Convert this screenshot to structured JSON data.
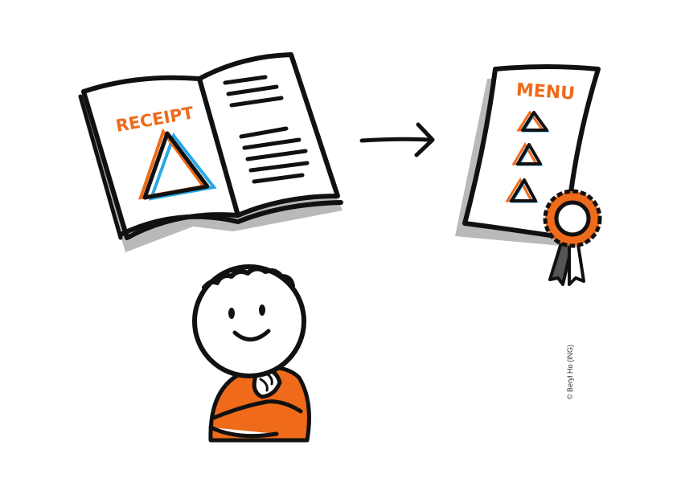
{
  "book": {
    "left_page_label": "RECEIPT"
  },
  "menu": {
    "title": "MENU",
    "item_count": 3
  },
  "credit": "© Beryl Ho (ING)",
  "icons": {
    "book": "open-book-icon",
    "arrow": "right-arrow-icon",
    "menu": "menu-card-icon",
    "award": "rosette-award-icon",
    "person": "thinking-person-icon"
  },
  "colors": {
    "accent": "#ef6a1a",
    "ink": "#111111",
    "shadow": "#b5b5b5",
    "highlight": "#2aa7e8"
  }
}
